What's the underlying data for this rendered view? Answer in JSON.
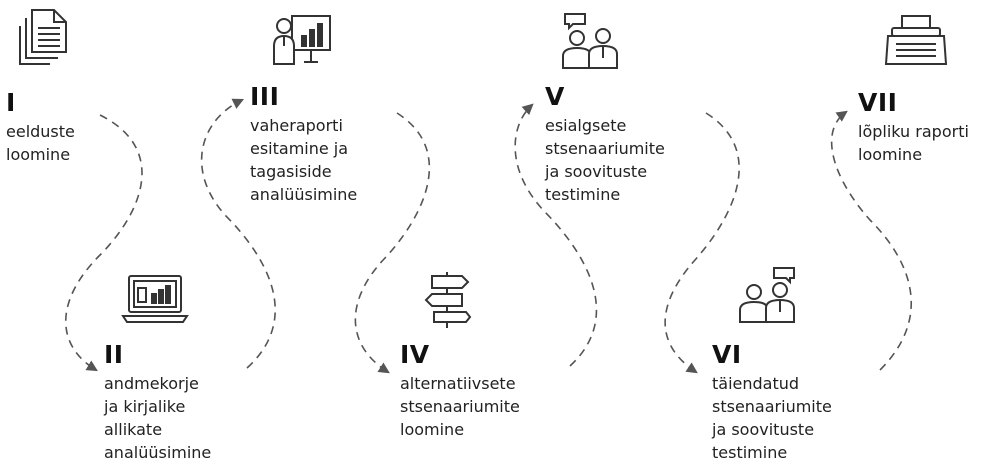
{
  "steps": [
    {
      "numeral": "I",
      "lines": [
        "eelduste",
        "loomine"
      ],
      "icon": "documents-icon"
    },
    {
      "numeral": "II",
      "lines": [
        "andmekorje",
        "ja kirjalike",
        "allikate",
        "analüüsimine"
      ],
      "icon": "laptop-chart-icon"
    },
    {
      "numeral": "III",
      "lines": [
        "vaheraporti",
        "esitamine ja",
        "tagasiside",
        "analüüsimine"
      ],
      "icon": "presentation-icon"
    },
    {
      "numeral": "IV",
      "lines": [
        "alternatiivsete",
        "stsenaariumite",
        "loomine"
      ],
      "icon": "signpost-icon"
    },
    {
      "numeral": "V",
      "lines": [
        "esialgsete",
        "stsenaariumite",
        "ja soovituste",
        "testimine"
      ],
      "icon": "discussion-icon"
    },
    {
      "numeral": "VI",
      "lines": [
        "täiendatud",
        "stsenaariumite",
        "ja soovituste",
        "testimine"
      ],
      "icon": "discussion-icon"
    },
    {
      "numeral": "VII",
      "lines": [
        "lõpliku raporti",
        "loomine"
      ],
      "icon": "typewriter-icon"
    }
  ],
  "colors": {
    "text": "#1a1a1a",
    "connector": "#555555",
    "icon": "#333333"
  }
}
